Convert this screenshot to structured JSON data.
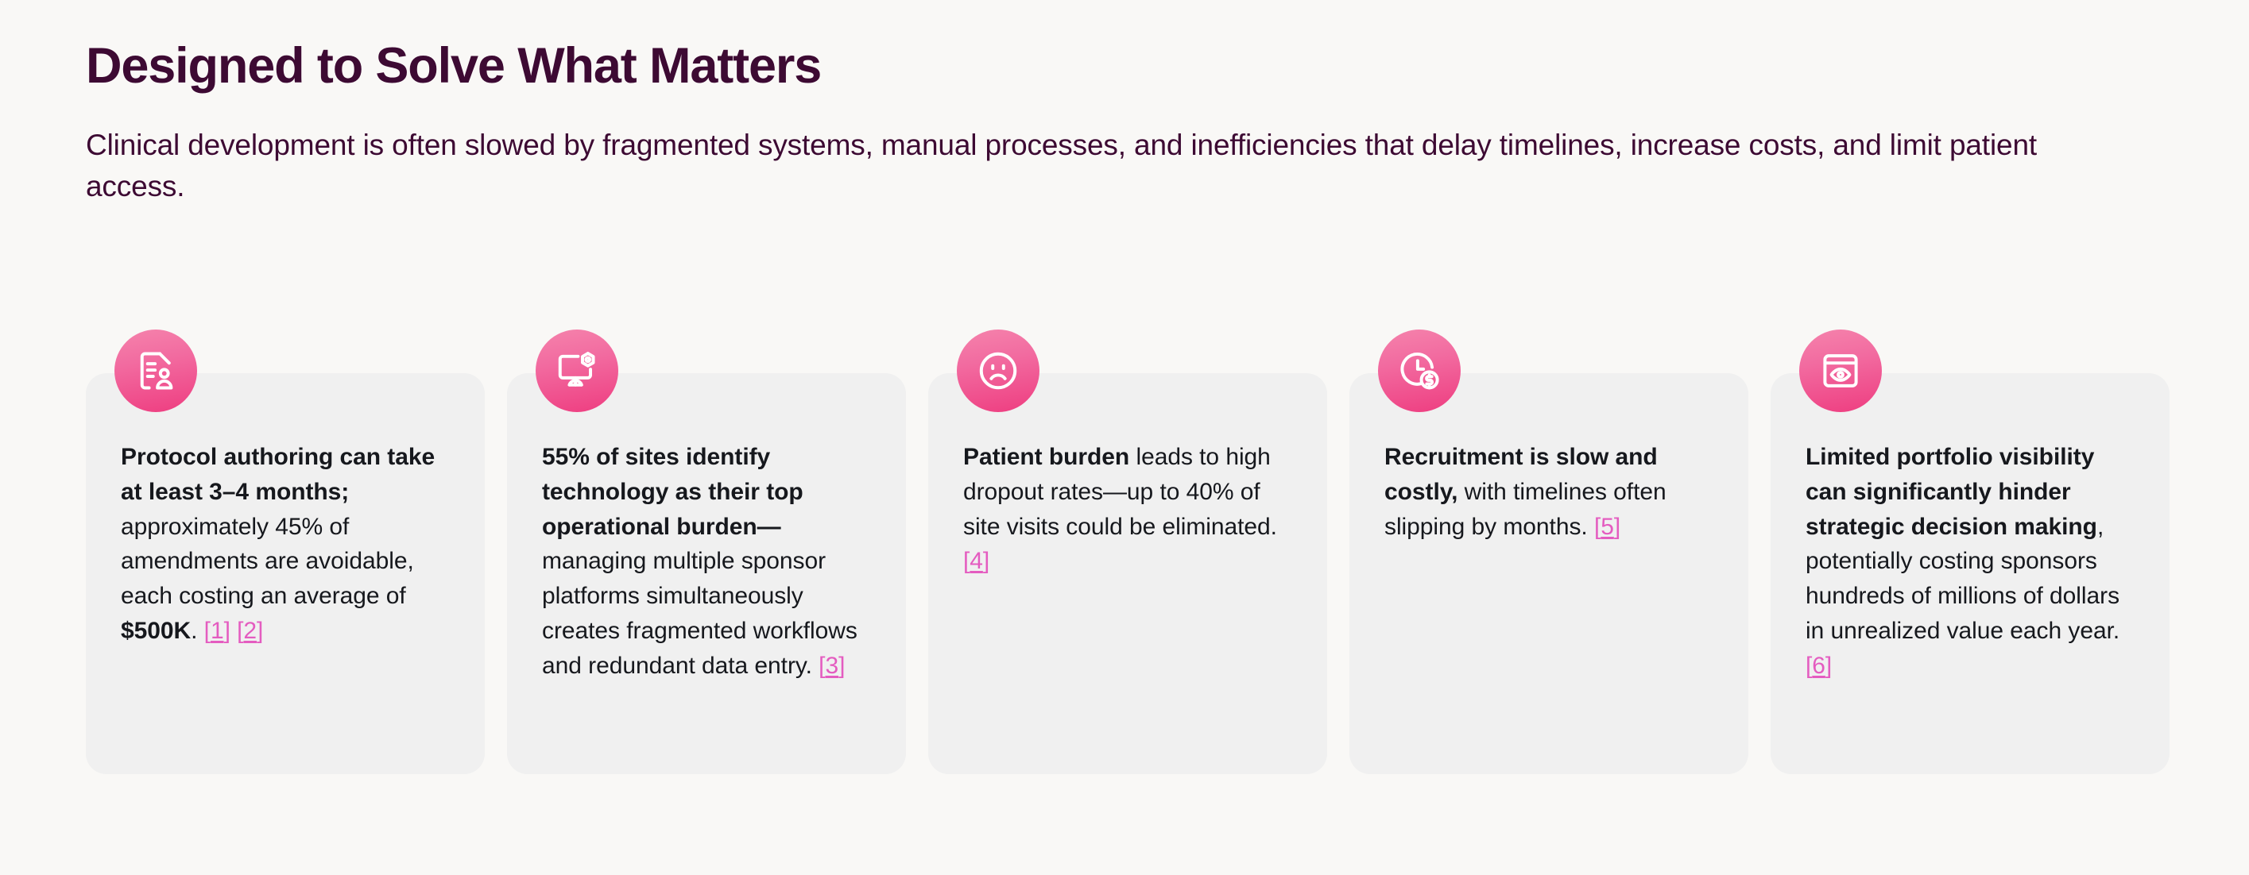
{
  "theme": {
    "background": "#F9F8F6",
    "heading_color": "#3D0A33",
    "card_background": "#F0F0F0",
    "card_text_color": "#16181D",
    "icon_gradient_start": "#F583AC",
    "icon_gradient_end": "#EE3D80",
    "reference_link_color": "#E45CC0"
  },
  "header": {
    "title": "Designed to Solve What Matters",
    "subtitle": "Clinical development is often slowed by fragmented systems, manual processes, and inefficiencies that delay timelines, increase costs, and limit patient access."
  },
  "cards": [
    {
      "icon": "document-person-icon",
      "lead": "Protocol authoring can take at least 3–4 months;",
      "body_before_bold": " approximately 45% of amendments are avoidable, each costing an average of ",
      "inline_bold": "$500K",
      "body_after_bold": ". ",
      "refs": [
        "[1]",
        "[2]"
      ],
      "ref_numbers": [
        "1",
        "2"
      ]
    },
    {
      "icon": "monitor-settings-icon",
      "lead": "55% of sites identify technology as their top operational burden—",
      "body_before_bold": "managing multiple sponsor platforms simultaneously creates fragmented workflows and redundant data entry. ",
      "inline_bold": "",
      "body_after_bold": "",
      "refs": [
        "[3]"
      ],
      "ref_numbers": [
        "3"
      ]
    },
    {
      "icon": "sad-face-icon",
      "lead": "Patient burden",
      "body_before_bold": " leads to high dropout rates—up to 40% of site visits could be eliminated. ",
      "inline_bold": "",
      "body_after_bold": "",
      "refs": [
        "[4]"
      ],
      "ref_numbers": [
        "4"
      ]
    },
    {
      "icon": "clock-dollar-icon",
      "lead": "Recruitment is slow and costly,",
      "body_before_bold": " with timelines often slipping by months. ",
      "inline_bold": "",
      "body_after_bold": "",
      "refs": [
        "[5]"
      ],
      "ref_numbers": [
        "5"
      ]
    },
    {
      "icon": "browser-eye-icon",
      "lead": "Limited portfolio visibility can significantly hinder strategic decision making",
      "body_before_bold": ", potentially costing sponsors hundreds of millions of dollars in unrealized value each year. ",
      "inline_bold": "",
      "body_after_bold": "",
      "refs": [
        "[6]"
      ],
      "ref_numbers": [
        "6"
      ]
    }
  ]
}
